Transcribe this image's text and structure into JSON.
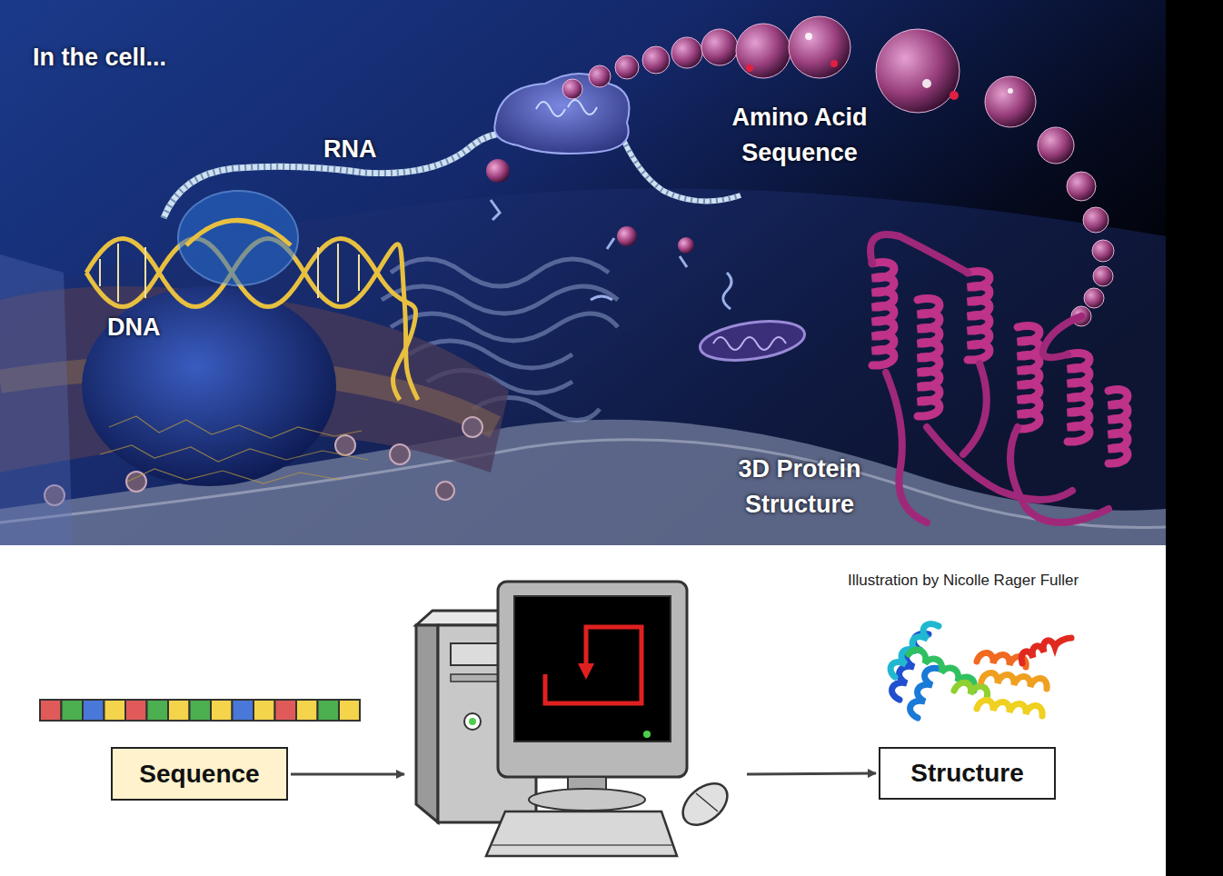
{
  "diagram": {
    "nodes": [
      {
        "text": [
          "Sequence"
        ]
      },
      {
        "text": [
          "Structure"
        ]
      }
    ],
    "labels": [
      "In the cell...",
      "RNA",
      "Amino Acid Sequence",
      "DNA",
      "3D Protein Structure",
      "Illustration by Nicolle Rager Fuller"
    ]
  }
}
